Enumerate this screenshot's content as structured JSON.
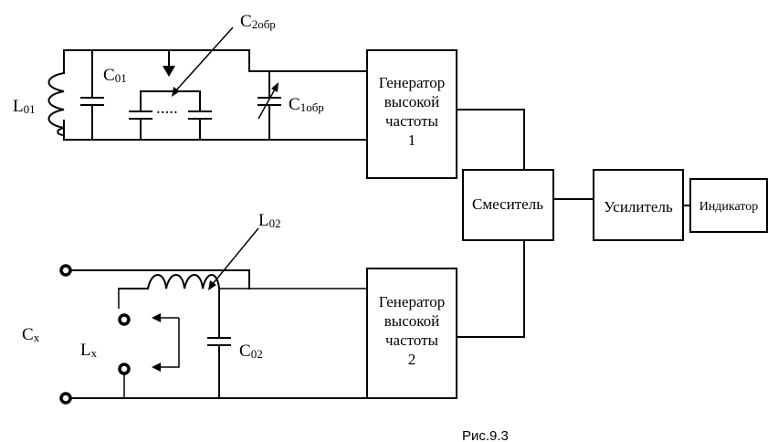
{
  "labels": {
    "L01": {
      "main": "L",
      "sub": "01"
    },
    "C01": {
      "main": "C",
      "sub": "01"
    },
    "C2obr": {
      "main": "C",
      "sub": "2обр"
    },
    "C1obr": {
      "main": "C",
      "sub": "1обр"
    },
    "L02": {
      "main": "L",
      "sub": "02"
    },
    "C02": {
      "main": "C",
      "sub": "02"
    },
    "Cx": {
      "main": "C",
      "sub": "x"
    },
    "Lx": {
      "main": "L",
      "sub": "x"
    },
    "dots": "....."
  },
  "blocks": {
    "gen1": {
      "line1": "Генератор",
      "line2": "высокой",
      "line3": "частоты",
      "line4": "1"
    },
    "gen2": {
      "line1": "Генератор",
      "line2": "высокой",
      "line3": "частоты",
      "line4": "2"
    },
    "mixer": "Смеситель",
    "amplifier": "Усилитель",
    "indicator": "Индикатор"
  },
  "caption": "Рис.9.3"
}
